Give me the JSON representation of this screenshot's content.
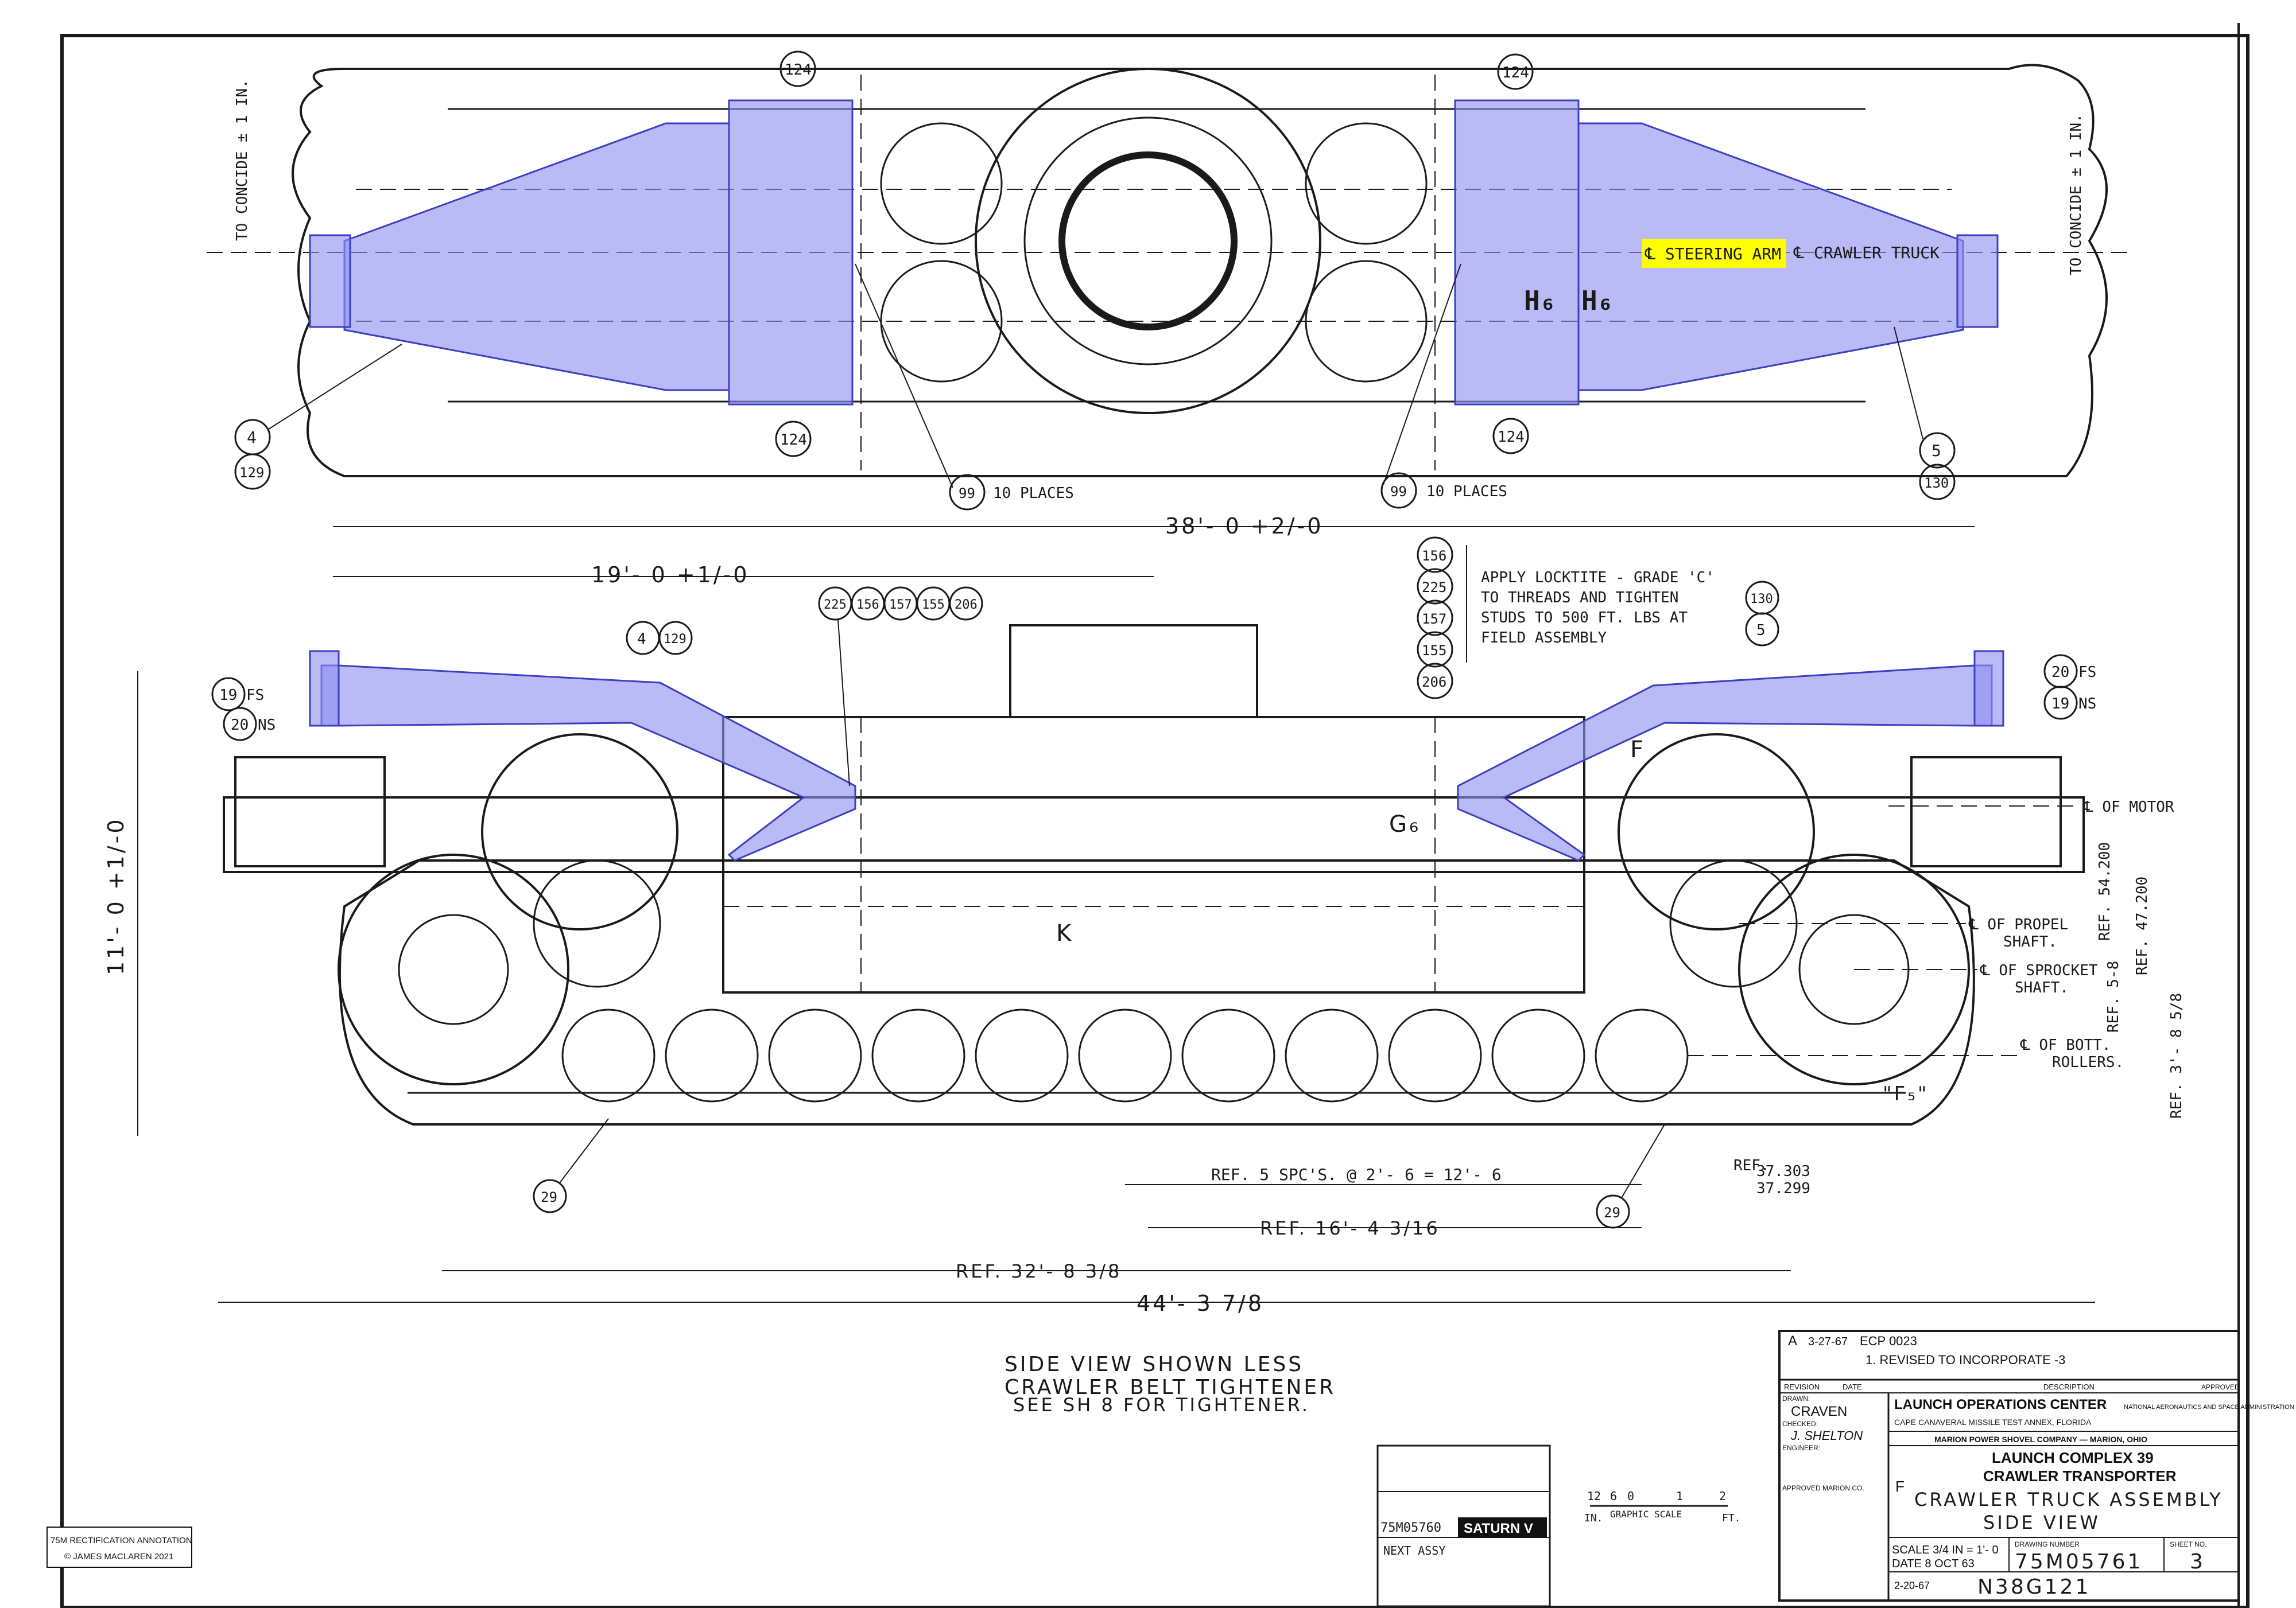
{
  "top_view": {
    "coincide_left": "TO CONCIDE ± 1 IN.",
    "coincide_right": "TO CONCIDE ± 1 IN.",
    "centerline_label": "℄ STEERING ARM",
    "crawler_label": "℄ CRAWLER TRUCK",
    "h6": "H₆",
    "callout_124": "124",
    "callout_4": "4",
    "callout_129": "129",
    "callout_5": "5",
    "callout_130": "130",
    "callout_99": "99",
    "ten_places": "10 PLACES"
  },
  "side_view": {
    "dim_overall_top": "38'- 0 +2/-0",
    "dim_19": "19'- 0 +1/-0",
    "dim_11": "11'- 0 +1/-0",
    "note_locktite": [
      "APPLY LOCKTITE - GRADE 'C'",
      "TO THREADS AND TIGHTEN",
      "STUDS TO 500 FT. LBS AT",
      "FIELD ASSEMBLY"
    ],
    "callouts_stack": [
      "156",
      "225",
      "157",
      "155",
      "206"
    ],
    "callouts_row": [
      "225",
      "156",
      "157",
      "155",
      "206"
    ],
    "callout_19fs": "19 FS",
    "callout_20ns": "20 NS",
    "callout_20fs": "20 FS",
    "callout_19ns": "19 NS",
    "callout_29": "29",
    "motor": "℄ OF MOTOR",
    "propel": [
      "℄ OF PROPEL",
      "SHAFT."
    ],
    "sprocket": [
      "℄ OF SPROCKET",
      "SHAFT."
    ],
    "bott": [
      "℄ OF BOTT.",
      "ROLLERS."
    ],
    "ref_54": "REF. 54.200",
    "ref_47": "REF. 47.200",
    "ref_5_8": "REF. 5-8",
    "ref_3_8": "REF. 3'- 8 5/8",
    "ref_spc": "REF.  5 SPC'S. @ 2'- 6 = 12'- 6",
    "ref_16": "REF.  16'- 4 3/16",
    "ref_32": "REF.  32'- 8 3/8",
    "dim_44": "44'- 3 7/8",
    "ref_37": [
      "REF.",
      "37.303",
      "37.299"
    ],
    "f5": "\"F₅\"",
    "k": "K",
    "g6": "G₆",
    "f": "F"
  },
  "notes": {
    "side_view_note": [
      "SIDE VIEW SHOWN LESS",
      "CRAWLER BELT TIGHTENER",
      "SEE SH  8  FOR TIGHTENER."
    ]
  },
  "graphic_scale": {
    "label": "GRAPHIC SCALE",
    "ticks": [
      "12",
      "6",
      "0",
      "1",
      "2"
    ],
    "unit": "FT.",
    "inch": "IN."
  },
  "stamp": {
    "line1": "75M05760",
    "saturn": "SATURN V",
    "next": "NEXT ASSY"
  },
  "corner_tag": {
    "line1": "75M RECTIFICATION ANNOTATION",
    "line2": "© JAMES MACLAREN 2021"
  },
  "title_block": {
    "rev_letter": "A",
    "rev_date": "3-27-67",
    "ecp": "ECP 0023",
    "rev_desc": "1. REVISED TO INCORPORATE -3",
    "revision_hdr": "REVISION",
    "date_hdr": "DATE",
    "description_hdr": "DESCRIPTION",
    "approved_hdr": "APPROVED",
    "drawn": "DRAWN:",
    "drawn_name": "CRAVEN",
    "checked": "CHECKED:",
    "checked_name": "J. SHELTON",
    "engineer": "ENGINEER:",
    "approved_by": "APPROVED  MARION CO.",
    "org": "LAUNCH OPERATIONS CENTER",
    "nasa": "NATIONAL AERONAUTICS AND SPACE ADMINISTRATION",
    "annex": "CAPE CANAVERAL MISSILE TEST ANNEX, FLORIDA",
    "company": "MARION POWER SHOVEL COMPANY   —   MARION, OHIO",
    "title1": "LAUNCH COMPLEX 39",
    "title2": "CRAWLER TRANSPORTER",
    "title3": "CRAWLER TRUCK ASSEMBLY",
    "title4": "SIDE VIEW",
    "scale": "SCALE 3/4 IN = 1'- 0",
    "date": "DATE 8 OCT 63",
    "dwg_hdr": "DRAWING NUMBER",
    "dwg_no": "75M05761",
    "sheet_hdr": "SHEET NO.",
    "sheet_no": "3",
    "f": "F",
    "code": "N38G121",
    "bottom_date": "2-20-67"
  }
}
